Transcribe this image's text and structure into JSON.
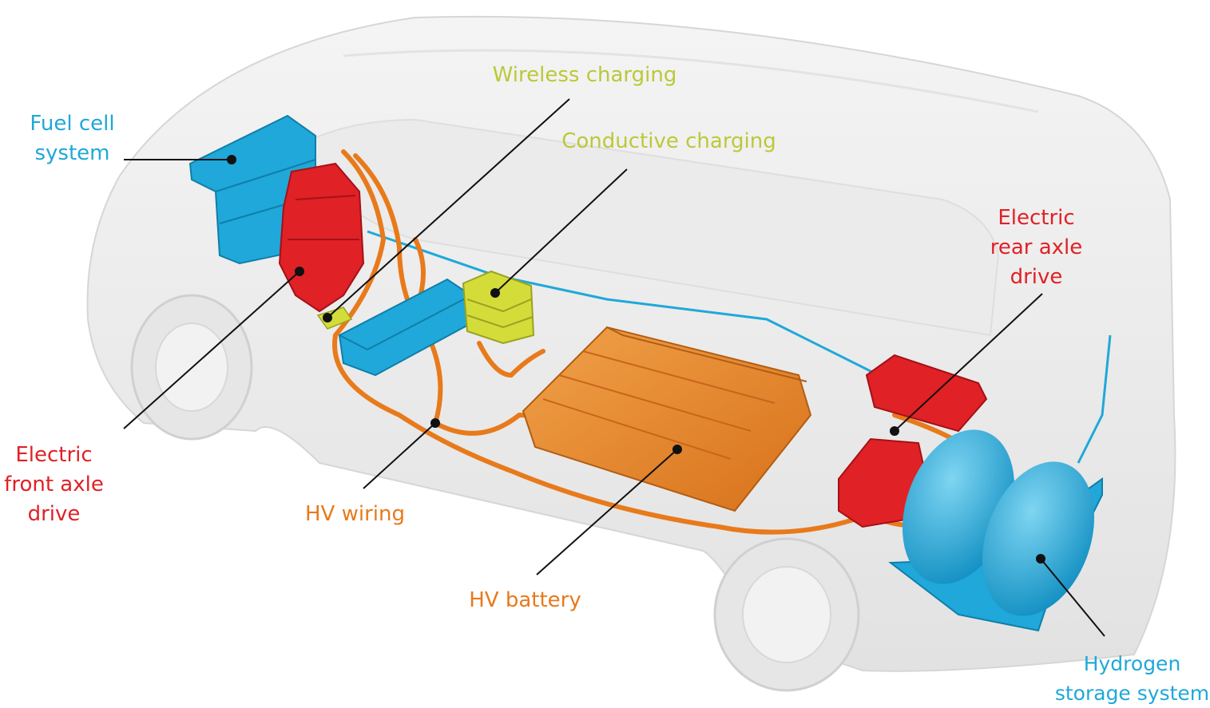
{
  "colors": {
    "blue": "#1fa8d9",
    "red": "#e02126",
    "orange": "#e87a1b",
    "yellow_green": "#bcc837",
    "leader": "#111111",
    "body": "#eeeeee"
  },
  "labels": {
    "fuel_cell": [
      "Fuel cell",
      "system"
    ],
    "wireless_charging": [
      "Wireless charging"
    ],
    "conductive_charging": [
      "Conductive charging"
    ],
    "rear_axle": [
      "Electric",
      "rear axle",
      "drive"
    ],
    "front_axle": [
      "Electric",
      "front axle",
      "drive"
    ],
    "hv_wiring": [
      "HV wiring"
    ],
    "hv_battery": [
      "HV battery"
    ],
    "hydrogen": [
      "Hydrogen",
      "storage system"
    ]
  }
}
